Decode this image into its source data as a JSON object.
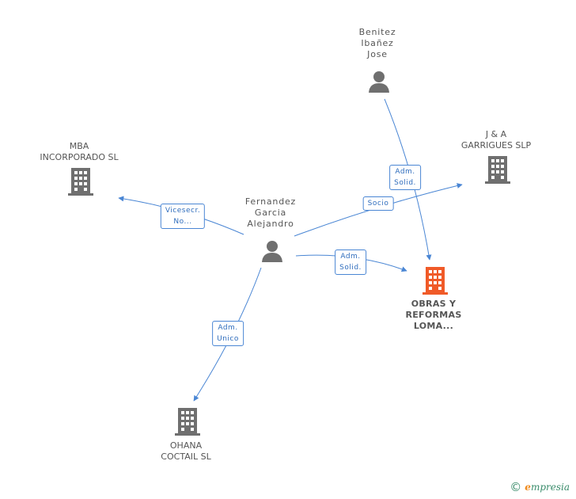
{
  "nodes": {
    "fernandez": {
      "label": "Fernandez\nGarcia\nAlejandro",
      "kind": "person"
    },
    "benitez": {
      "label": "Benitez\nIbañez\nJose",
      "kind": "person"
    },
    "mba": {
      "label": "MBA\nINCORPORADO SL",
      "kind": "company"
    },
    "ja_garrigues": {
      "label": "J & A\nGARRIGUES SLP",
      "kind": "company"
    },
    "obras": {
      "label": "OBRAS Y\nREFORMAS\nLOMA...",
      "kind": "company-main"
    },
    "ohana": {
      "label": "OHANA\nCOCTAIL SL",
      "kind": "company"
    }
  },
  "edges": {
    "fer_mba": {
      "label": "Vicesecr.\nNo..."
    },
    "fer_ja": {
      "label": "Socio"
    },
    "fer_obras": {
      "label": "Adm.\nSolid."
    },
    "fer_ohana": {
      "label": "Adm.\nUnico"
    },
    "ben_obras": {
      "label": "Adm.\nSolid."
    }
  },
  "colors": {
    "edge": "#4a86d4",
    "icon": "#6f6f6f",
    "main": "#f05a28"
  },
  "footer": {
    "copyright": "©",
    "brand_initial": "e",
    "brand_rest": "mpresia"
  }
}
